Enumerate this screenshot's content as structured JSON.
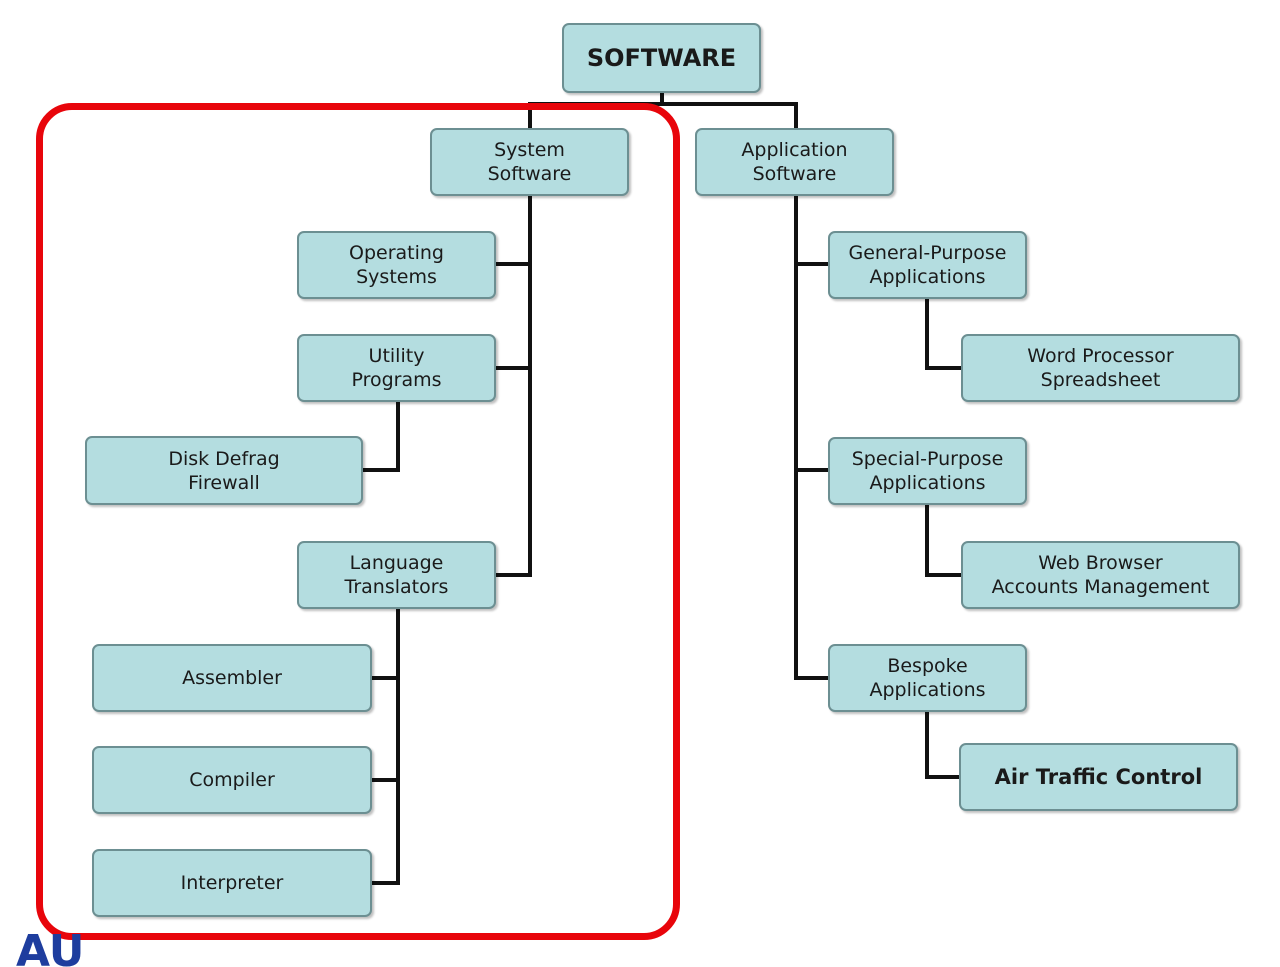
{
  "colors": {
    "box_fill": "#b4dde0",
    "box_border": "#6c8f92",
    "connector": "#111111",
    "highlight": "#e8050b",
    "logo": "#1e3d9e"
  },
  "nodes": {
    "root": "SOFTWARE",
    "system_software": "System\nSoftware",
    "application_software": "Application\nSoftware",
    "operating_systems": "Operating\nSystems",
    "utility_programs": "Utility\nPrograms",
    "disk_defrag_firewall": "Disk Defrag\nFirewall",
    "language_translators": "Language\nTranslators",
    "assembler": "Assembler",
    "compiler": "Compiler",
    "interpreter": "Interpreter",
    "general_purpose": "General-Purpose\nApplications",
    "word_processor_spreadsheet": "Word Processor\nSpreadsheet",
    "special_purpose": "Special-Purpose\nApplications",
    "web_browser_accounts": "Web Browser\nAccounts Management",
    "bespoke": "Bespoke\nApplications",
    "air_traffic_control": "Air Traffic Control"
  },
  "logo": "AU"
}
